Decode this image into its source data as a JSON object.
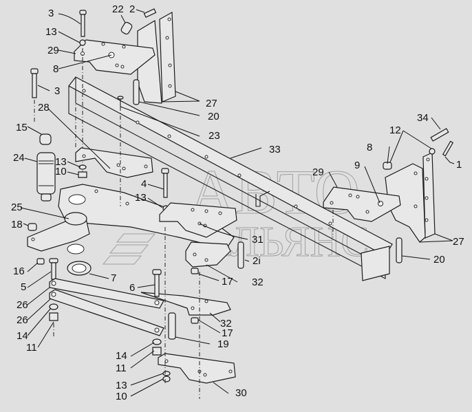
{
  "diagram": {
    "title": "Exploded parts diagram — frame mounting assembly",
    "background_color": "#e0e0e0",
    "line_color": "#1a1a1a",
    "watermark": {
      "line1": "АВТО",
      "line2": "АЛЬЯНС"
    },
    "callouts": [
      {
        "id": "c-3a",
        "label": "3"
      },
      {
        "id": "c-22",
        "label": "22"
      },
      {
        "id": "c-2",
        "label": "2"
      },
      {
        "id": "c-13a",
        "label": "13"
      },
      {
        "id": "c-29a",
        "label": "29"
      },
      {
        "id": "c-8a",
        "label": "8"
      },
      {
        "id": "c-3b",
        "label": "3"
      },
      {
        "id": "c-27a",
        "label": "27"
      },
      {
        "id": "c-20a",
        "label": "20"
      },
      {
        "id": "c-28",
        "label": "28"
      },
      {
        "id": "c-23",
        "label": "23"
      },
      {
        "id": "c-15",
        "label": "15"
      },
      {
        "id": "c-24",
        "label": "24"
      },
      {
        "id": "c-13b",
        "label": "13"
      },
      {
        "id": "c-10a",
        "label": "10"
      },
      {
        "id": "c-33",
        "label": "33"
      },
      {
        "id": "c-4",
        "label": "4"
      },
      {
        "id": "c-13c",
        "label": "13"
      },
      {
        "id": "c-25",
        "label": "25"
      },
      {
        "id": "c-18",
        "label": "18"
      },
      {
        "id": "c-31",
        "label": "31"
      },
      {
        "id": "c-21",
        "label": "2i"
      },
      {
        "id": "c-16",
        "label": "16"
      },
      {
        "id": "c-5",
        "label": "5"
      },
      {
        "id": "c-7",
        "label": "7"
      },
      {
        "id": "c-6",
        "label": "6"
      },
      {
        "id": "c-17a",
        "label": "17"
      },
      {
        "id": "c-32a",
        "label": "32"
      },
      {
        "id": "c-26a",
        "label": "26"
      },
      {
        "id": "c-26b",
        "label": "26"
      },
      {
        "id": "c-14a",
        "label": "14"
      },
      {
        "id": "c-11a",
        "label": "11"
      },
      {
        "id": "c-32b",
        "label": "32"
      },
      {
        "id": "c-17b",
        "label": "17"
      },
      {
        "id": "c-19",
        "label": "19"
      },
      {
        "id": "c-14b",
        "label": "14"
      },
      {
        "id": "c-11b",
        "label": "11"
      },
      {
        "id": "c-13d",
        "label": "13"
      },
      {
        "id": "c-10b",
        "label": "10"
      },
      {
        "id": "c-30",
        "label": "30"
      },
      {
        "id": "c-34",
        "label": "34"
      },
      {
        "id": "c-12",
        "label": "12"
      },
      {
        "id": "c-8b",
        "label": "8"
      },
      {
        "id": "c-1",
        "label": "1"
      },
      {
        "id": "c-9",
        "label": "9"
      },
      {
        "id": "c-29b",
        "label": "29"
      },
      {
        "id": "c-27b",
        "label": "27"
      },
      {
        "id": "c-20b",
        "label": "20"
      }
    ]
  }
}
